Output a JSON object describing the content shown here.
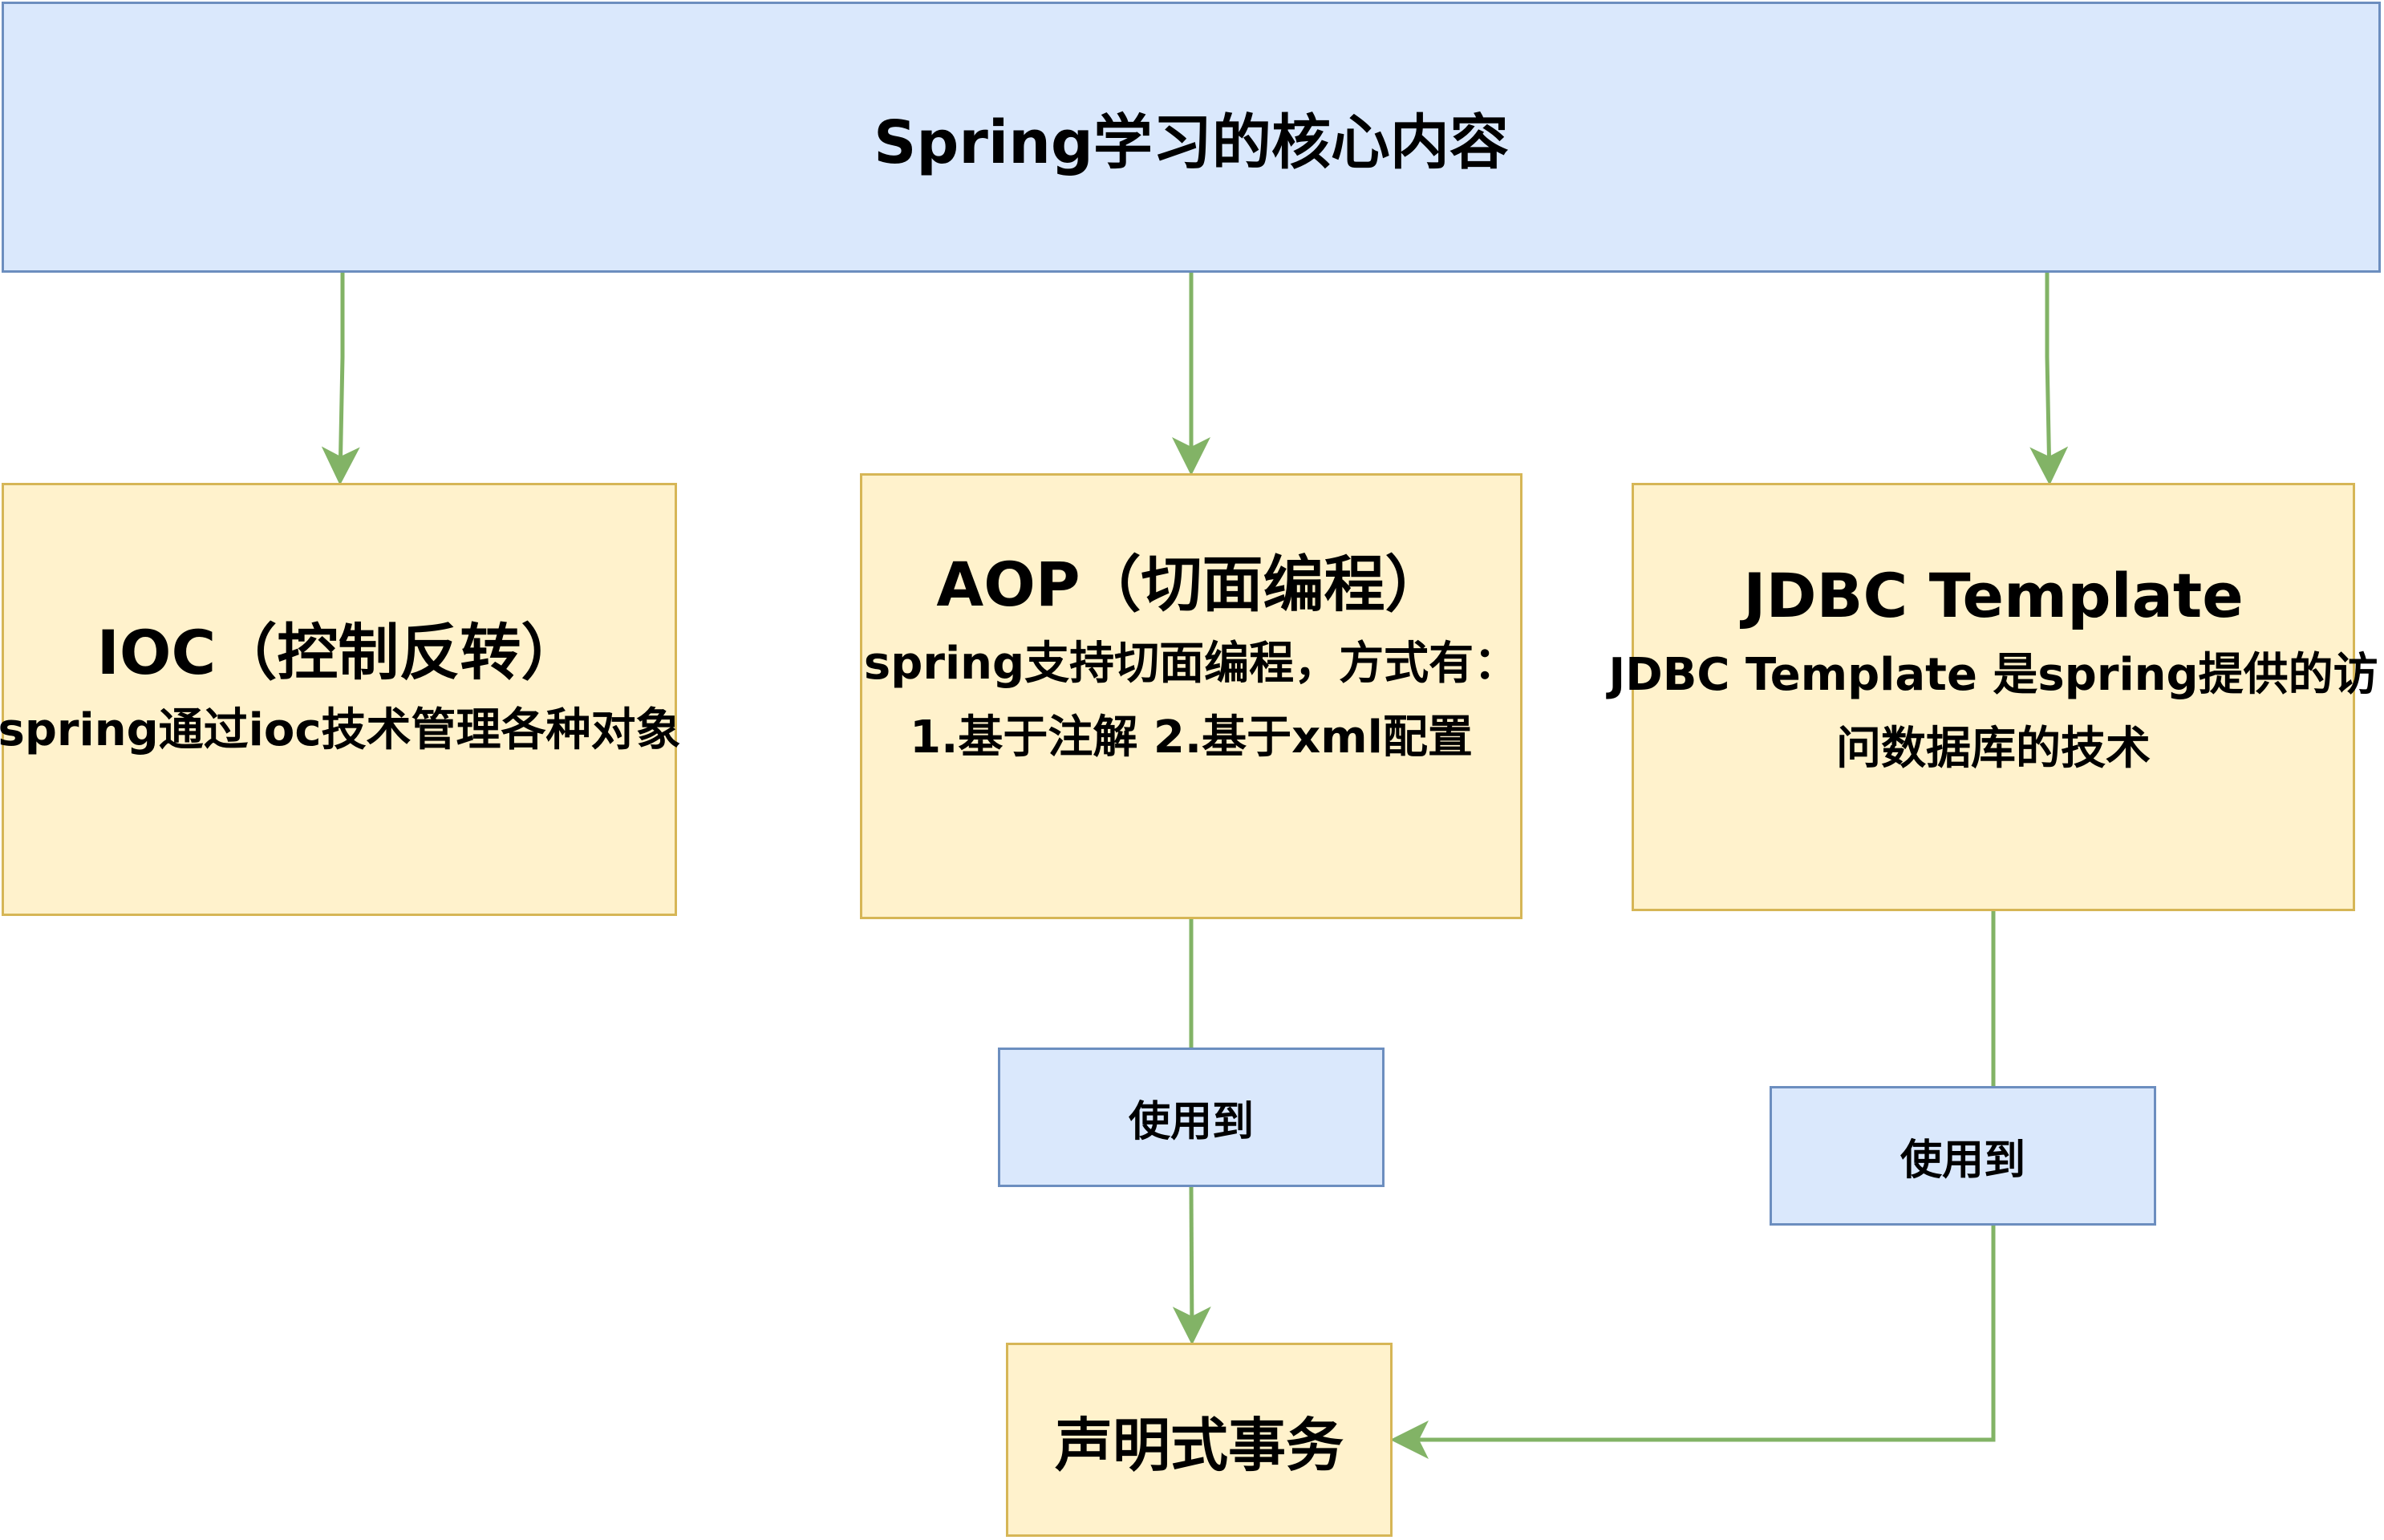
{
  "diagram": {
    "title": "Spring学习的核心内容",
    "nodes": {
      "ioc": {
        "title": "IOC（控制反转）",
        "desc": "spring通过ioc技术管理各种对象"
      },
      "aop": {
        "title": "AOP（切面编程）",
        "desc_line1": "spring支持切面编程，方式有：",
        "desc_line2": "1.基于注解 2.基于xml配置"
      },
      "jdbc": {
        "title": "JDBC Template",
        "desc_line1": "JDBC Template 是spring提供的访",
        "desc_line2": "问数据库的技术"
      },
      "use_aop": "使用到",
      "use_jdbc": "使用到",
      "transaction": "声明式事务"
    },
    "colors": {
      "blue_fill": "#dae8fc",
      "blue_border": "#6c8ebf",
      "yellow_fill": "#fff2cc",
      "yellow_border": "#d6b656",
      "connector": "#82b366"
    }
  }
}
